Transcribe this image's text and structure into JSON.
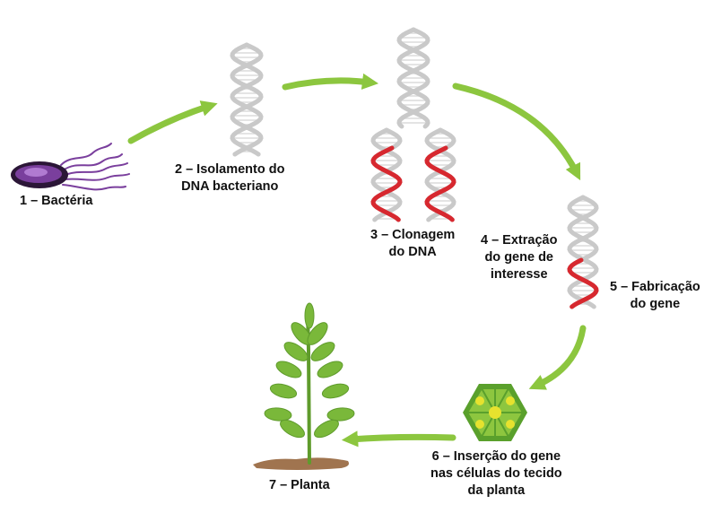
{
  "diagram": {
    "steps": [
      {
        "id": 1,
        "lines": [
          "1 – Bactéria"
        ],
        "icon": "bacterium-icon"
      },
      {
        "id": 2,
        "lines": [
          "2 – Isolamento do",
          "DNA bacteriano"
        ],
        "icon": "dna-helix-icon"
      },
      {
        "id": 3,
        "lines": [
          "3 – Clonagem",
          "do DNA"
        ],
        "icon": "dna-replication-icon"
      },
      {
        "id": 4,
        "lines": [
          "4 – Extração",
          "do gene de",
          "interesse"
        ],
        "icon": "gene-extraction-icon"
      },
      {
        "id": 5,
        "lines": [
          "5 – Fabricação",
          "do gene"
        ],
        "icon": "dna-gene-icon"
      },
      {
        "id": 6,
        "lines": [
          "6 – Inserção do gene",
          "nas células do tecido",
          "da planta"
        ],
        "icon": "plant-cells-icon"
      },
      {
        "id": 7,
        "lines": [
          "7 – Planta"
        ],
        "icon": "plant-icon"
      }
    ],
    "colors": {
      "arrow": "#8cc63f",
      "helix_gray": "#c9c9c9",
      "helix_red": "#d7282f",
      "bacterium": "#7a3f9d",
      "leaf": "#7ab83a",
      "soil": "#a0744f",
      "cell_fill": "#8dc63f",
      "cell_nucleus": "#e6e22e"
    }
  }
}
